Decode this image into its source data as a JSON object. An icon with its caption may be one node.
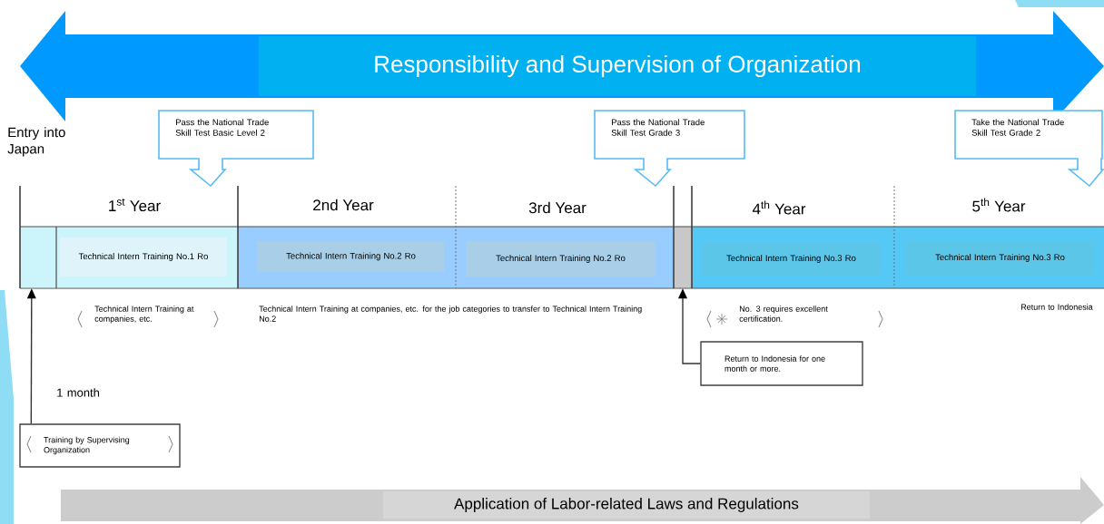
{
  "diagram": {
    "nodes": [
      {
        "text": [
          "Responsibility and Supervision of Organization"
        ]
      },
      {
        "text": [
          "Pass the National Trade Skill Test Basic Level 2"
        ]
      },
      {
        "text": [
          "Pass the National Trade Skill Test Grade 3"
        ]
      },
      {
        "text": [
          "Take the National Trade Skill Test Grade 2"
        ]
      },
      {
        "text": [],
        "shape": "box"
      },
      {
        "text": [
          "Technical Intern Training No.1 Ro"
        ]
      },
      {
        "text": [
          "Technical Intern Training No.2 Ro"
        ]
      },
      {
        "text": [
          "Technical Intern Training No.2 Ro"
        ]
      },
      {
        "text": [],
        "shape": "box"
      },
      {
        "text": [
          "Technical Intern Training No.3 Ro"
        ]
      },
      {
        "text": [
          "Technical Intern Training No.3 Ro"
        ]
      },
      {
        "text": [
          "Training by Supervising Organization"
        ]
      },
      {
        "text": [
          "Return to Indonesia for one month or more."
        ]
      },
      {
        "text": [
          "Application of Labor-related Laws and Regulations"
        ]
      }
    ],
    "edges": [
      {
        "from": 11,
        "to": 4,
        "arrow": "to"
      },
      {
        "from": 12,
        "to": 8,
        "arrow": "to"
      }
    ],
    "labels": [
      "Entry into Japan",
      "1$^{st}$ Year",
      "2nd Year",
      "3rd Year",
      "4$^{th}$ Year",
      "5$^{th}$ Year",
      "Technical Intern Training at companies, etc.",
      "Technical Intern Training at companies, etc. for the job categories to transfer to Technical Intern Training No.2",
      "No. 3 requires excellent certification.",
      "Return to Indonesia",
      "1 month"
    ]
  }
}
